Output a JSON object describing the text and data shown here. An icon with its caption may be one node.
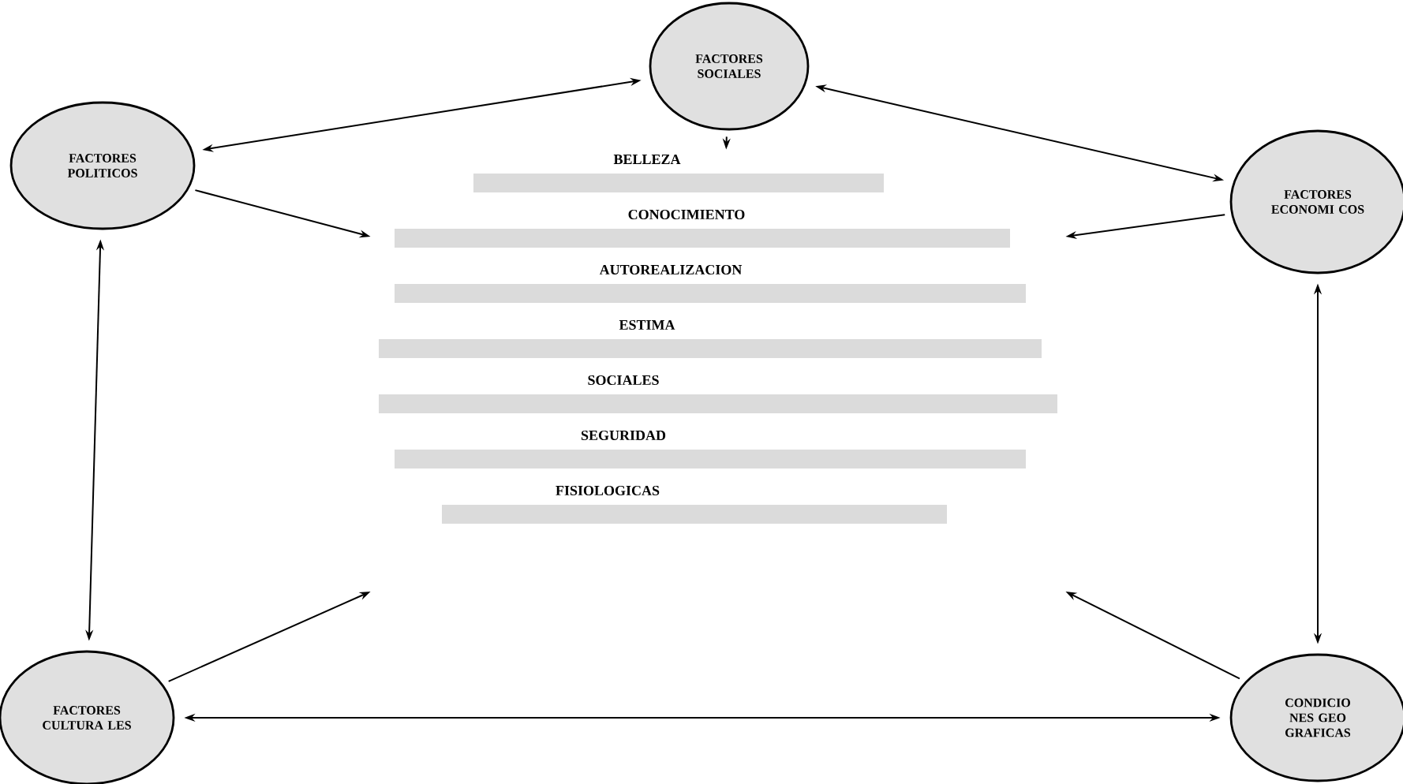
{
  "diagram": {
    "nodes": [
      {
        "text": [
          "FACTORES SOCIALES"
        ]
      },
      {
        "text": [
          "FACTORES POLITICOS"
        ]
      },
      {
        "text": [
          "FACTORES ECONOMI COS"
        ]
      },
      {
        "text": [
          "FACTORES CULTURA LES"
        ]
      },
      {
        "text": [
          "CONDICIO NES GEO GRAFICAS"
        ]
      },
      {
        "text": [
          "BELLEZA",
          "CONOCIMIENTO",
          "AUTOREALIZACION",
          "ESTIMA",
          "SOCIALES",
          "SEGURIDAD",
          "FISIOLOGICAS"
        ]
      }
    ],
    "edges": [
      {
        "from": 1,
        "to": 0,
        "arrow": "both"
      },
      {
        "from": 0,
        "to": 2,
        "arrow": "both"
      },
      {
        "from": 1,
        "to": 3,
        "arrow": "both"
      },
      {
        "from": 2,
        "to": 4,
        "arrow": "both"
      },
      {
        "from": 3,
        "to": 4,
        "arrow": "both"
      },
      {
        "from": 0,
        "to": 5,
        "arrow": "to"
      },
      {
        "from": 1,
        "to": 5,
        "arrow": "to"
      },
      {
        "from": 2,
        "to": 5,
        "arrow": "to"
      },
      {
        "from": 3,
        "to": 5,
        "arrow": "to"
      },
      {
        "from": 4,
        "to": 5,
        "arrow": "to"
      }
    ]
  }
}
